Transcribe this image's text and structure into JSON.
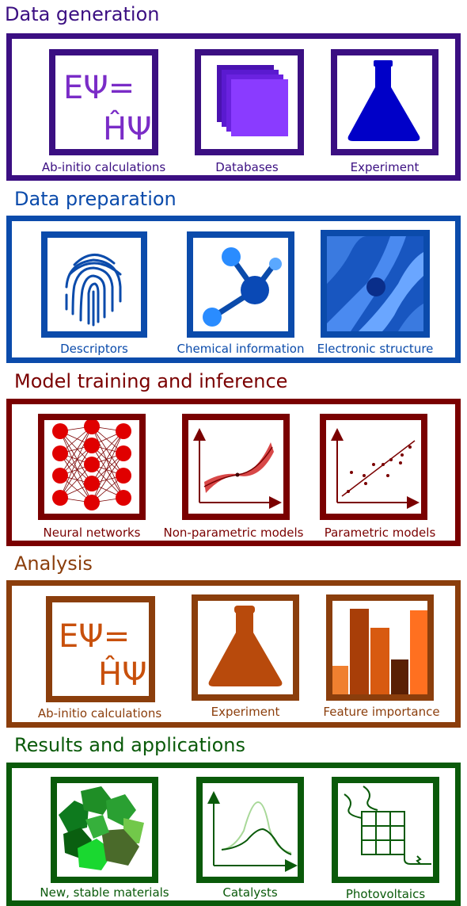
{
  "sections": [
    {
      "title": "Data generation",
      "color": "#3b0f82",
      "items": [
        {
          "label": "Ab-initio calculations"
        },
        {
          "label": "Databases"
        },
        {
          "label": "Experiment"
        }
      ]
    },
    {
      "title": "Data preparation",
      "color": "#0b4bab",
      "items": [
        {
          "label": "Descriptors"
        },
        {
          "label": "Chemical information"
        },
        {
          "label": "Electronic structure"
        }
      ]
    },
    {
      "title": "Model training and inference",
      "color": "#7a0000",
      "items": [
        {
          "label": "Neural networks"
        },
        {
          "label": "Non-parametric models"
        },
        {
          "label": "Parametric models"
        }
      ]
    },
    {
      "title": "Analysis",
      "color": "#8b3e0c",
      "items": [
        {
          "label": "Ab-initio calculations"
        },
        {
          "label": "Experiment"
        },
        {
          "label": "Feature importance"
        }
      ]
    },
    {
      "title": "Results and applications",
      "color": "#0a5a0a",
      "items": [
        {
          "label": "New, stable materials"
        },
        {
          "label": "Catalysts"
        },
        {
          "label": "Photovoltaics"
        }
      ]
    }
  ],
  "equation": {
    "line1": "EΨ=",
    "line2": "ĤΨ"
  }
}
